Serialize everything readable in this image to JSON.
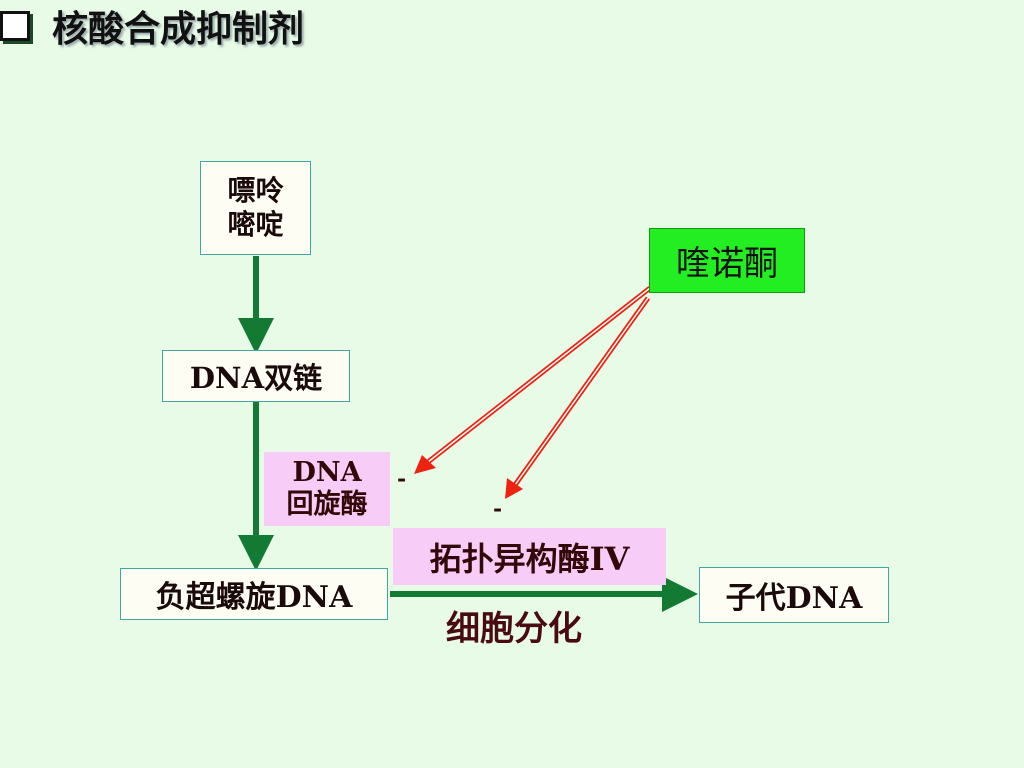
{
  "title": "核酸合成抑制剂",
  "nodes": {
    "purine_pyrimidine_1": "嘌呤",
    "purine_pyrimidine_2": "嘧啶",
    "dna_double": "DNA双链",
    "quinolone": "喹诺酮",
    "gyrase_1": "DNA",
    "gyrase_2": "回旋酶",
    "topo_iv": "拓扑异构酶IV",
    "neg_supercoil": "负超螺旋DNA",
    "daughter_dna": "子代DNA",
    "cell_division": "细胞分化"
  },
  "inhibit_marks": [
    "-",
    "-"
  ],
  "colors": {
    "background": "#e7fbe7",
    "quinolone_box": "#22ee22",
    "enzyme_box": "#f7ccf7",
    "flow_arrow": "#137a33",
    "inhibit_arrow": "#ee2211"
  }
}
